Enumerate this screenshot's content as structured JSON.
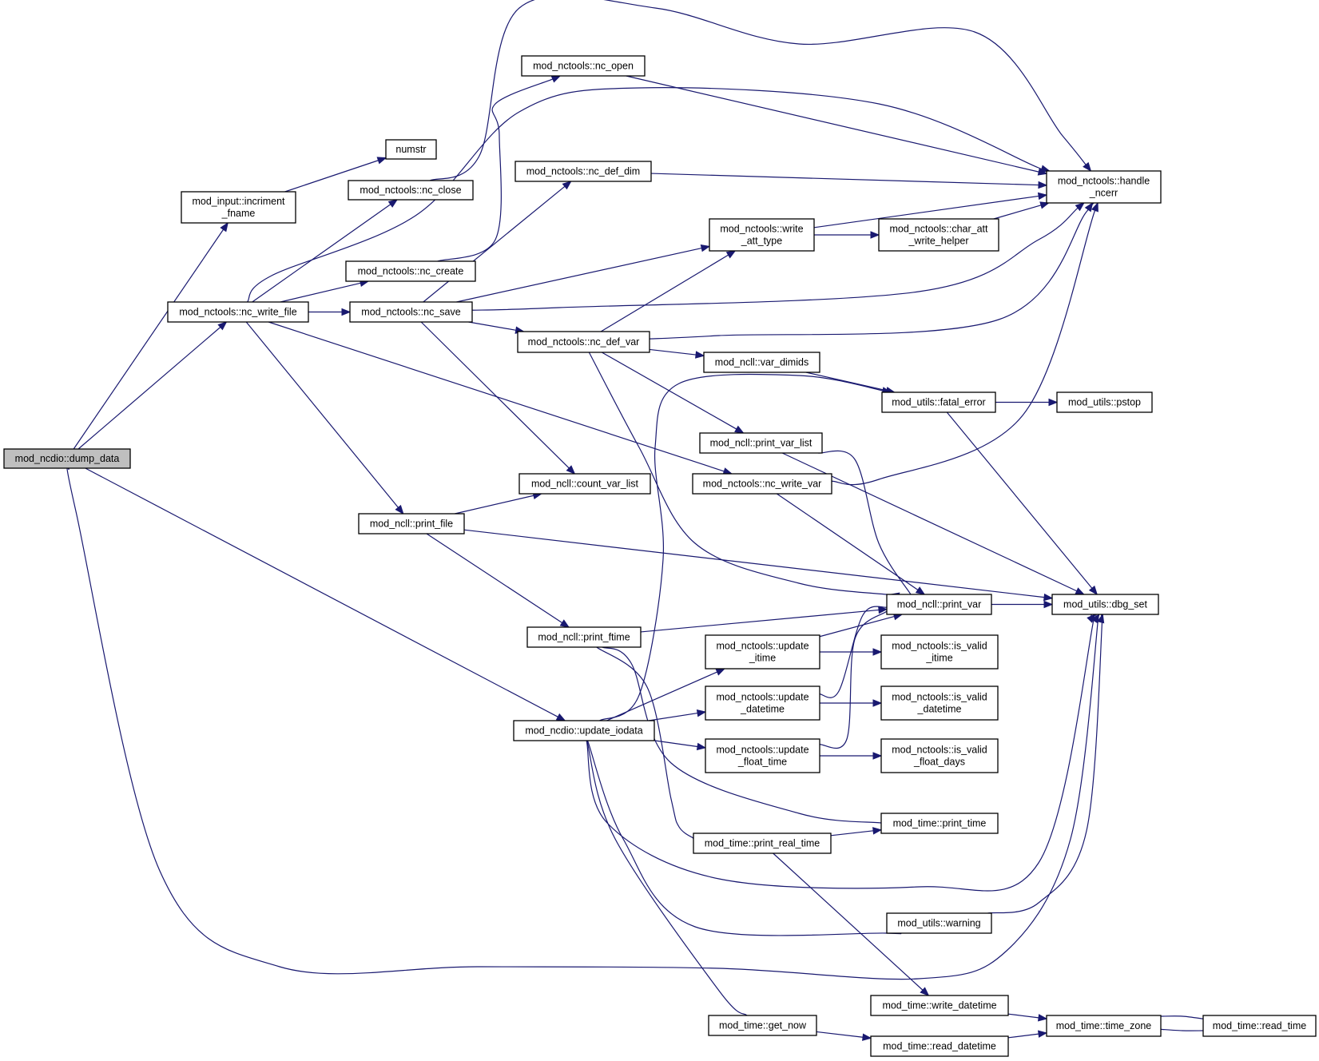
{
  "nodes": {
    "dump_data": {
      "lines": [
        "mod_ncdio::dump_data"
      ],
      "root": true
    },
    "incr_fname": {
      "lines": [
        "mod_input::incriment",
        "_fname"
      ]
    },
    "numstr": {
      "lines": [
        "numstr"
      ]
    },
    "nc_write_file": {
      "lines": [
        "mod_nctools::nc_write_file"
      ]
    },
    "nc_close": {
      "lines": [
        "mod_nctools::nc_close"
      ]
    },
    "nc_open": {
      "lines": [
        "mod_nctools::nc_open"
      ]
    },
    "nc_create": {
      "lines": [
        "mod_nctools::nc_create"
      ]
    },
    "nc_save": {
      "lines": [
        "mod_nctools::nc_save"
      ]
    },
    "nc_def_dim": {
      "lines": [
        "mod_nctools::nc_def_dim"
      ]
    },
    "handle_ncerr": {
      "lines": [
        "mod_nctools::handle",
        "_ncerr"
      ]
    },
    "write_att_type": {
      "lines": [
        "mod_nctools::write",
        "_att_type"
      ]
    },
    "char_att": {
      "lines": [
        "mod_nctools::char_att",
        "_write_helper"
      ]
    },
    "nc_def_var": {
      "lines": [
        "mod_nctools::nc_def_var"
      ]
    },
    "var_dimids": {
      "lines": [
        "mod_ncll::var_dimids"
      ]
    },
    "fatal_error": {
      "lines": [
        "mod_utils::fatal_error"
      ]
    },
    "pstop": {
      "lines": [
        "mod_utils::pstop"
      ]
    },
    "print_var_list": {
      "lines": [
        "mod_ncll::print_var_list"
      ]
    },
    "nc_write_var": {
      "lines": [
        "mod_nctools::nc_write_var"
      ]
    },
    "count_var_list": {
      "lines": [
        "mod_ncll::count_var_list"
      ]
    },
    "print_file": {
      "lines": [
        "mod_ncll::print_file"
      ]
    },
    "print_var": {
      "lines": [
        "mod_ncll::print_var"
      ]
    },
    "dbg_set": {
      "lines": [
        "mod_utils::dbg_set"
      ]
    },
    "print_ftime": {
      "lines": [
        "mod_ncll::print_ftime"
      ]
    },
    "update_itime": {
      "lines": [
        "mod_nctools::update",
        "_itime"
      ]
    },
    "is_valid_itime": {
      "lines": [
        "mod_nctools::is_valid",
        "_itime"
      ]
    },
    "update_datetime": {
      "lines": [
        "mod_nctools::update",
        "_datetime"
      ]
    },
    "is_valid_datetime": {
      "lines": [
        "mod_nctools::is_valid",
        "_datetime"
      ]
    },
    "update_iodata": {
      "lines": [
        "mod_ncdio::update_iodata"
      ]
    },
    "update_float_time": {
      "lines": [
        "mod_nctools::update",
        "_float_time"
      ]
    },
    "is_valid_float_days": {
      "lines": [
        "mod_nctools::is_valid",
        "_float_days"
      ]
    },
    "print_time": {
      "lines": [
        "mod_time::print_time"
      ]
    },
    "print_real_time": {
      "lines": [
        "mod_time::print_real_time"
      ]
    },
    "warning": {
      "lines": [
        "mod_utils::warning"
      ]
    },
    "write_datetime": {
      "lines": [
        "mod_time::write_datetime"
      ]
    },
    "time_zone": {
      "lines": [
        "mod_time::time_zone"
      ]
    },
    "read_time": {
      "lines": [
        "mod_time::read_time"
      ]
    },
    "get_now": {
      "lines": [
        "mod_time::get_now"
      ]
    },
    "read_datetime": {
      "lines": [
        "mod_time::read_datetime"
      ]
    }
  },
  "edges": [
    [
      "dump_data",
      "incr_fname"
    ],
    [
      "dump_data",
      "nc_write_file"
    ],
    [
      "dump_data",
      "update_iodata"
    ],
    [
      "dump_data",
      "dbg_set"
    ],
    [
      "incr_fname",
      "numstr"
    ],
    [
      "nc_write_file",
      "nc_close"
    ],
    [
      "nc_write_file",
      "handle_ncerr"
    ],
    [
      "nc_write_file",
      "nc_create"
    ],
    [
      "nc_write_file",
      "nc_save"
    ],
    [
      "nc_write_file",
      "nc_write_var"
    ],
    [
      "nc_write_file",
      "print_file"
    ],
    [
      "nc_close",
      "handle_ncerr"
    ],
    [
      "nc_create",
      "nc_open"
    ],
    [
      "nc_open",
      "handle_ncerr"
    ],
    [
      "nc_save",
      "nc_def_dim"
    ],
    [
      "nc_save",
      "write_att_type"
    ],
    [
      "nc_save",
      "handle_ncerr"
    ],
    [
      "nc_save",
      "nc_def_var"
    ],
    [
      "nc_save",
      "count_var_list"
    ],
    [
      "nc_def_dim",
      "handle_ncerr"
    ],
    [
      "write_att_type",
      "handle_ncerr"
    ],
    [
      "write_att_type",
      "char_att"
    ],
    [
      "char_att",
      "handle_ncerr"
    ],
    [
      "nc_def_var",
      "write_att_type"
    ],
    [
      "nc_def_var",
      "handle_ncerr"
    ],
    [
      "nc_def_var",
      "var_dimids"
    ],
    [
      "nc_def_var",
      "print_var_list"
    ],
    [
      "nc_def_var",
      "print_var"
    ],
    [
      "var_dimids",
      "fatal_error"
    ],
    [
      "fatal_error",
      "pstop"
    ],
    [
      "fatal_error",
      "dbg_set"
    ],
    [
      "print_var_list",
      "print_var"
    ],
    [
      "print_var_list",
      "dbg_set"
    ],
    [
      "nc_write_var",
      "handle_ncerr"
    ],
    [
      "nc_write_var",
      "print_var"
    ],
    [
      "print_file",
      "count_var_list"
    ],
    [
      "print_file",
      "print_ftime"
    ],
    [
      "print_file",
      "dbg_set"
    ],
    [
      "print_ftime",
      "print_var"
    ],
    [
      "print_ftime",
      "print_time"
    ],
    [
      "print_ftime",
      "print_real_time"
    ],
    [
      "print_var",
      "dbg_set"
    ],
    [
      "update_iodata",
      "fatal_error"
    ],
    [
      "update_iodata",
      "update_itime"
    ],
    [
      "update_iodata",
      "update_datetime"
    ],
    [
      "update_iodata",
      "update_float_time"
    ],
    [
      "update_iodata",
      "dbg_set"
    ],
    [
      "update_iodata",
      "warning"
    ],
    [
      "update_iodata",
      "get_now"
    ],
    [
      "update_itime",
      "print_var"
    ],
    [
      "update_itime",
      "is_valid_itime"
    ],
    [
      "update_datetime",
      "print_var"
    ],
    [
      "update_datetime",
      "is_valid_datetime"
    ],
    [
      "update_float_time",
      "print_var"
    ],
    [
      "update_float_time",
      "is_valid_float_days"
    ],
    [
      "print_real_time",
      "print_time"
    ],
    [
      "print_real_time",
      "write_datetime"
    ],
    [
      "warning",
      "dbg_set"
    ],
    [
      "write_datetime",
      "time_zone"
    ],
    [
      "get_now",
      "read_datetime"
    ],
    [
      "read_datetime",
      "time_zone"
    ],
    [
      "time_zone",
      "read_time"
    ],
    [
      "read_time",
      "time_zone"
    ]
  ]
}
